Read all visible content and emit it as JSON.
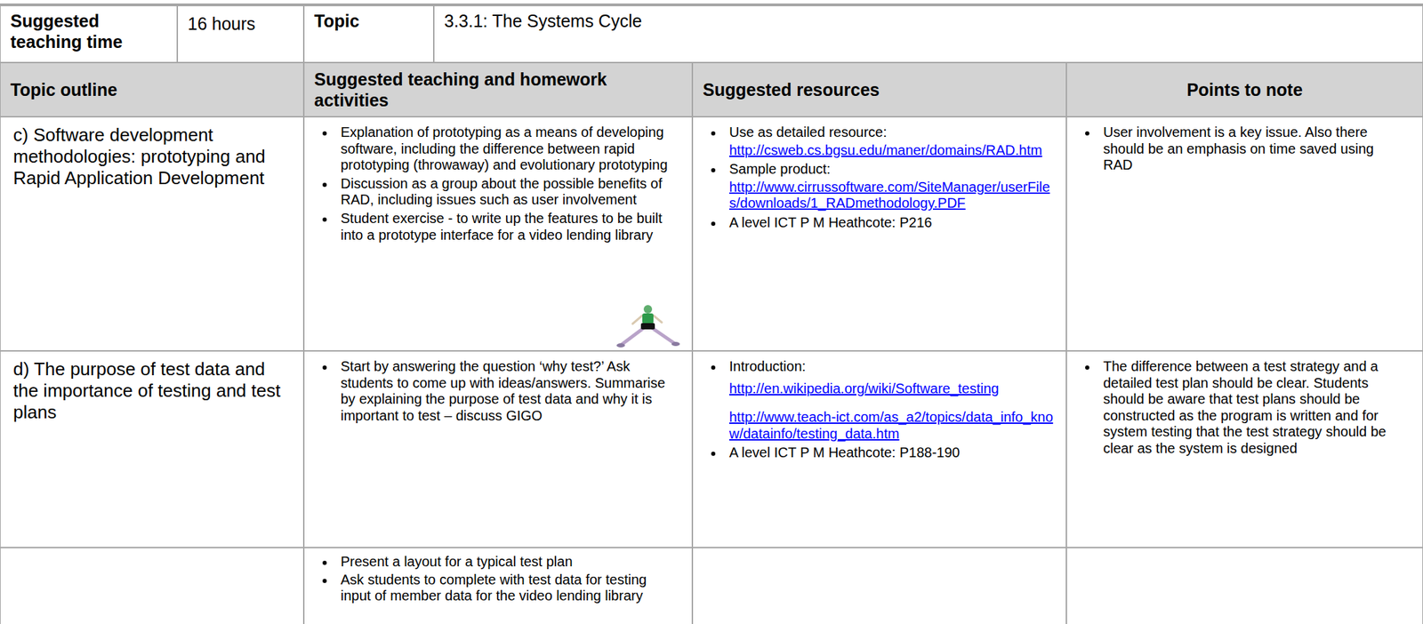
{
  "diagram": {
    "labels": [
      "Suggested teaching time",
      "16 hours",
      "Topic",
      "3.3.1: The Systems Cycle",
      "Topic outline",
      "Suggested teaching and homework activities",
      "Suggested resources",
      "Points to note",
      "c) Software development methodologies: prototyping and Rapid Application Development",
      "Explanation of prototyping as a means of developing software, including the difference between rapid prototyping (throwaway) and evolutionary prototyping",
      "Discussion as a group about the possible benefits of RAD, including issues such as user involvement",
      "Student exercise - to write up the features to be built into a prototype interface for a video lending library",
      "Use as detailed resource:",
      "http://csweb.cs.bgsu.edu/maner/domains/RAD.htm",
      "Sample product:",
      "http://www.cirrussoftware.com/SiteManager/userFiles/downloads/1_RADmethodology.PDF",
      "A level ICT P M Heathcote: P216",
      "User involvement is a key issue. Also there should be an emphasis on time saved using RAD",
      "d) The purpose of test data and the importance of testing and test plans",
      "Start by answering the question ‘why test?’ Ask students to come up with ideas/answers. Summarise by explaining the purpose of test data and why it is important to test – discuss GIGO",
      "Introduction:",
      "http://en.wikipedia.org/wiki/Software_testing",
      "http://www.teach-ict.com/as_a2/topics/data_info_know/datainfo/testing_data.htm",
      "A level ICT P M Heathcote: P188-190",
      "The difference between a test strategy and a detailed test plan should be clear. Students should be aware that test plans should be constructed as the program is written and for system testing that the test strategy should be clear as the system is designed",
      "Present a layout for a typical test plan",
      "Ask students to complete with test data for testing input of member data for the video lending library"
    ]
  }
}
